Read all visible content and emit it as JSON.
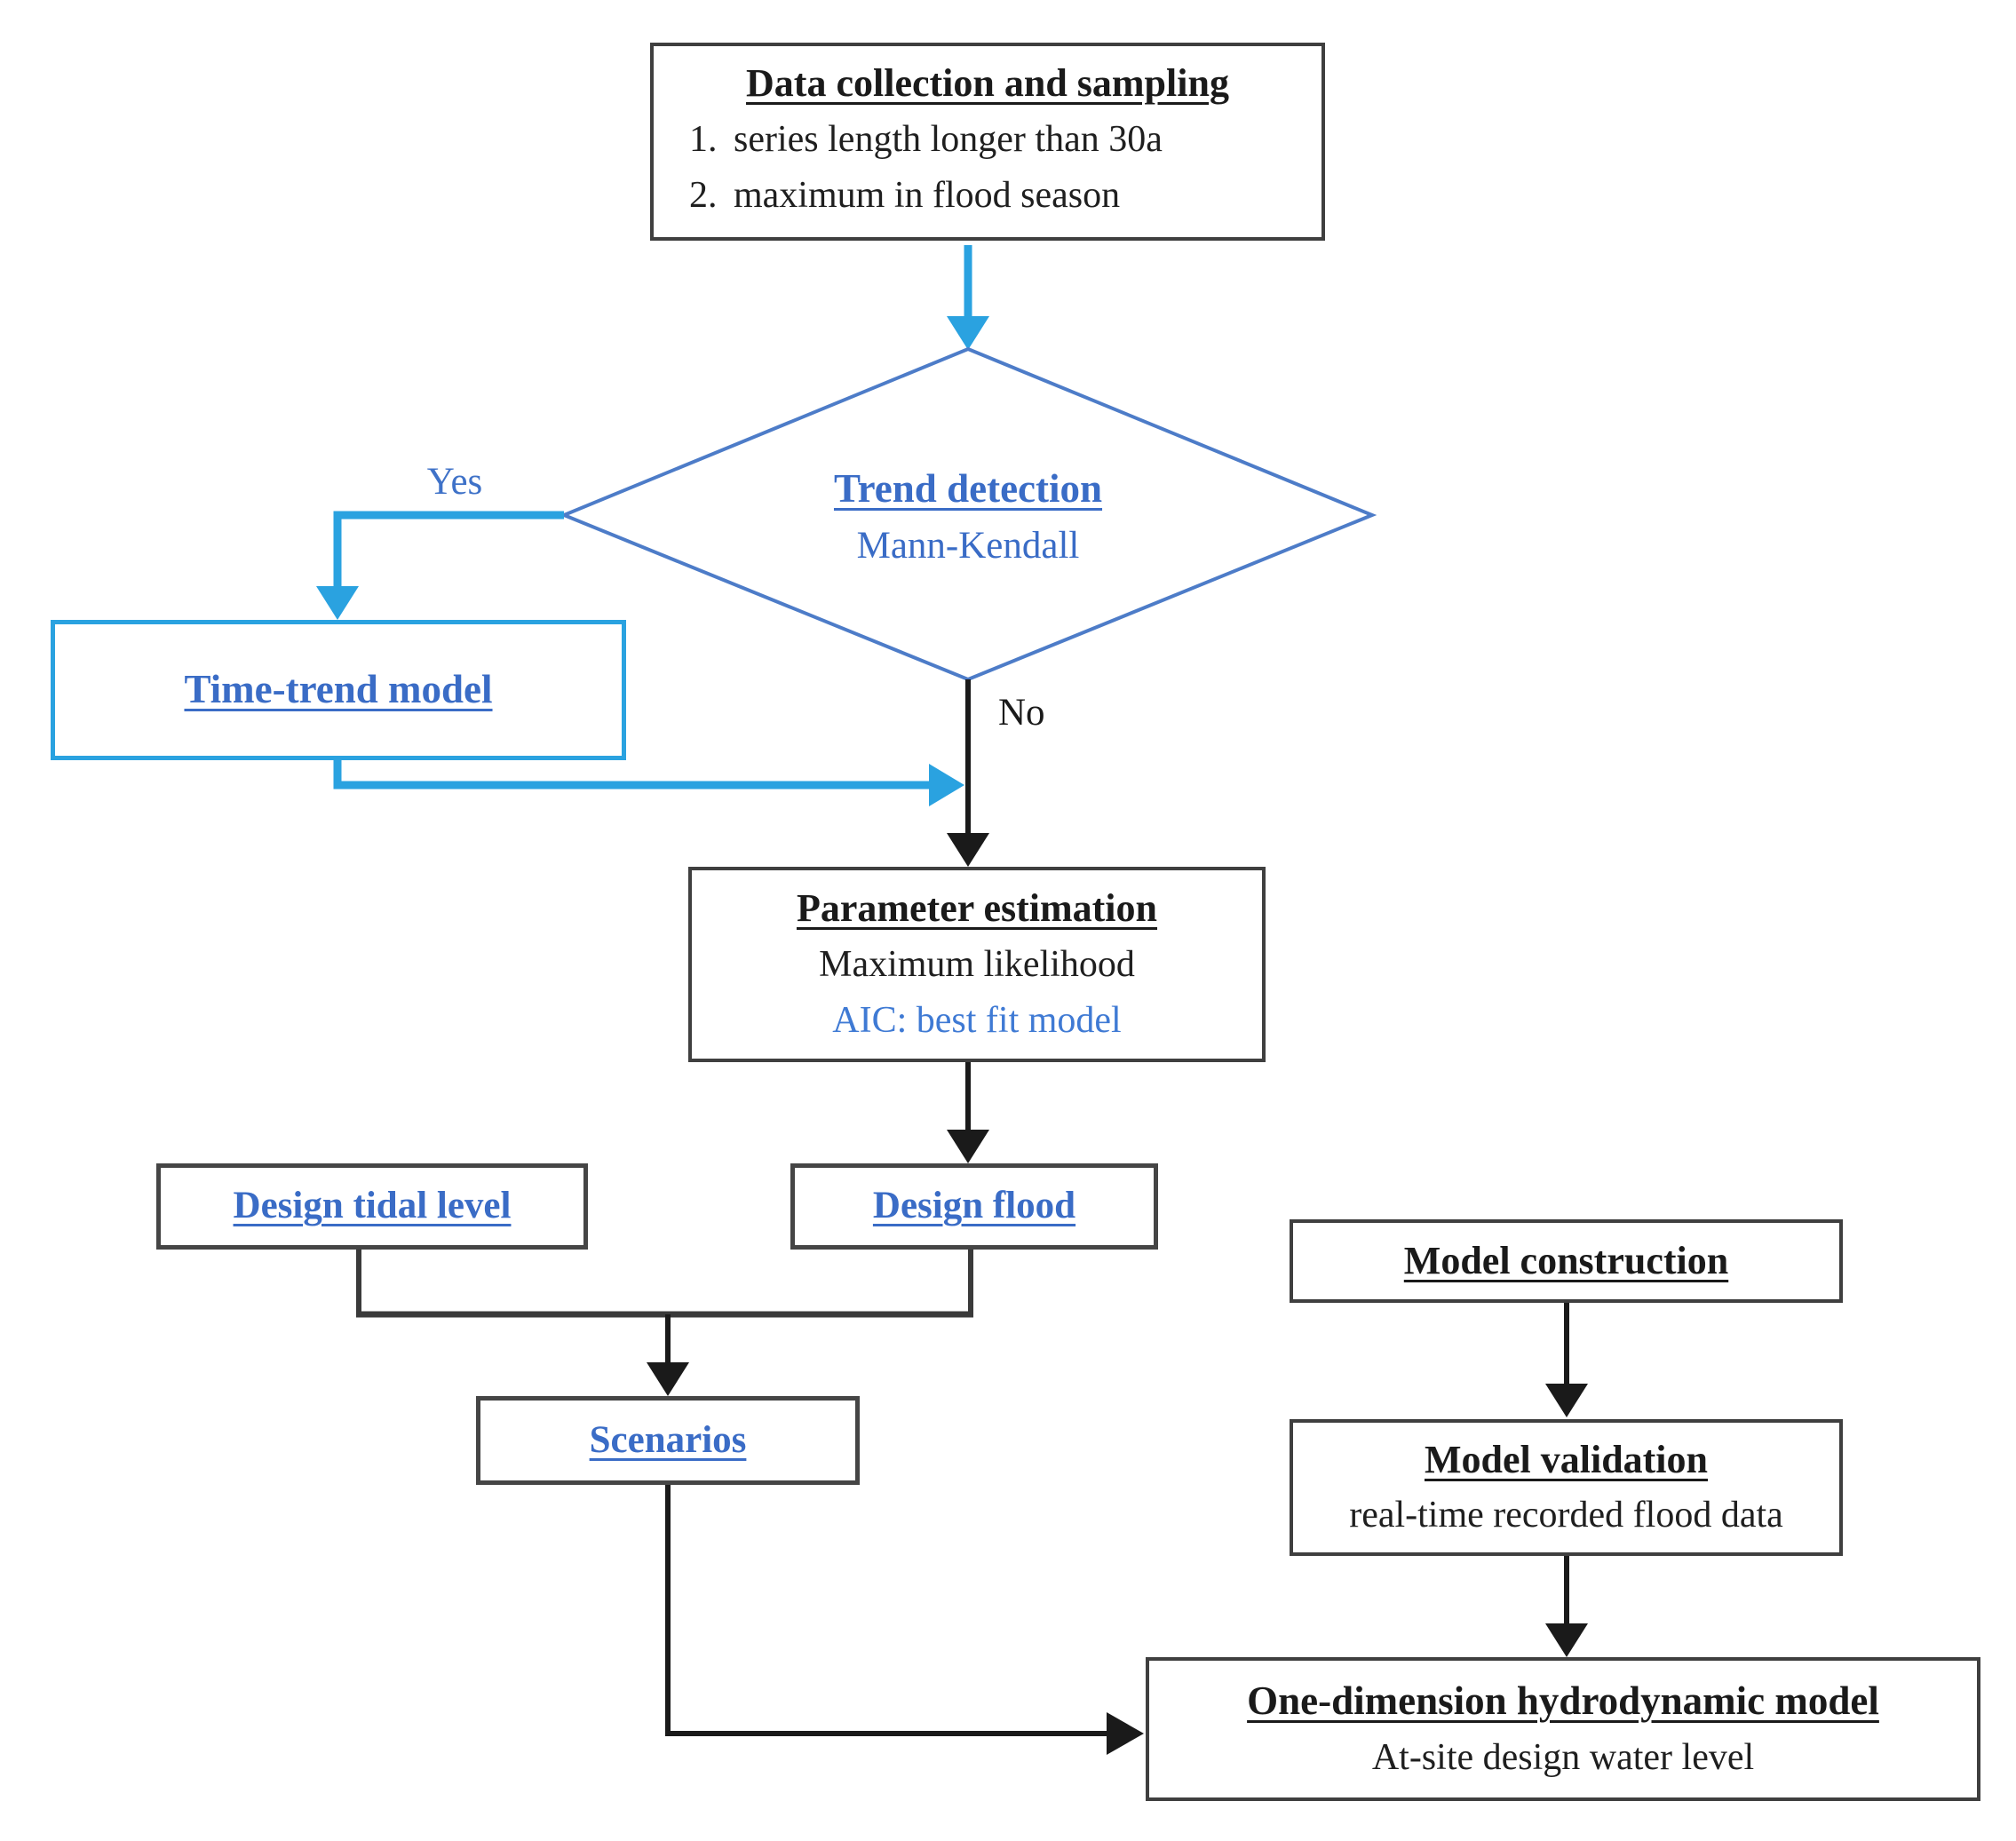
{
  "labels": {
    "yes": "Yes",
    "no": "No"
  },
  "nodes": {
    "data_collection": {
      "title": "Data collection and sampling",
      "items": [
        {
          "num": "1.",
          "text": "series length longer than 30a"
        },
        {
          "num": "2.",
          "text": "maximum in flood season"
        }
      ]
    },
    "trend_detection": {
      "title": "Trend detection",
      "subtitle": "Mann-Kendall"
    },
    "time_trend": {
      "title": "Time-trend model"
    },
    "parameter_estimation": {
      "title": "Parameter estimation",
      "line2": "Maximum likelihood",
      "line3": "AIC: best fit model"
    },
    "design_tidal": {
      "title": "Design tidal level"
    },
    "design_flood": {
      "title": "Design flood"
    },
    "scenarios": {
      "title": "Scenarios"
    },
    "model_construction": {
      "title": "Model construction"
    },
    "model_validation": {
      "title": "Model validation",
      "line2": "real-time recorded flood data"
    },
    "hydrodynamic_model": {
      "title": "One-dimension hydrodynamic model",
      "line2": "At-site design water level"
    }
  },
  "colors": {
    "light_blue_connector": "#2aa2e0",
    "diamond_border_blue": "#4d7cc8",
    "blue_text": "#3a6cc6",
    "aic_text_blue": "#3f7ad4",
    "black_connector": "#1a1a1a",
    "box_border_dark": "#3f3f3f"
  }
}
